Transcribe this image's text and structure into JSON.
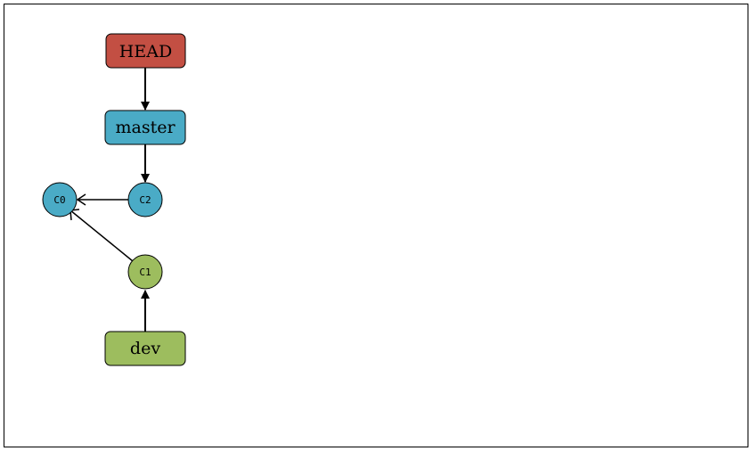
{
  "colors": {
    "head": "#c34f43",
    "branch_master": "#4aabc6",
    "branch_dev": "#9dbd5e",
    "stroke": "#000000"
  },
  "refs": {
    "head": "HEAD",
    "master": "master",
    "dev": "dev"
  },
  "commits": {
    "c0": "C0",
    "c1": "C1",
    "c2": "C2"
  }
}
